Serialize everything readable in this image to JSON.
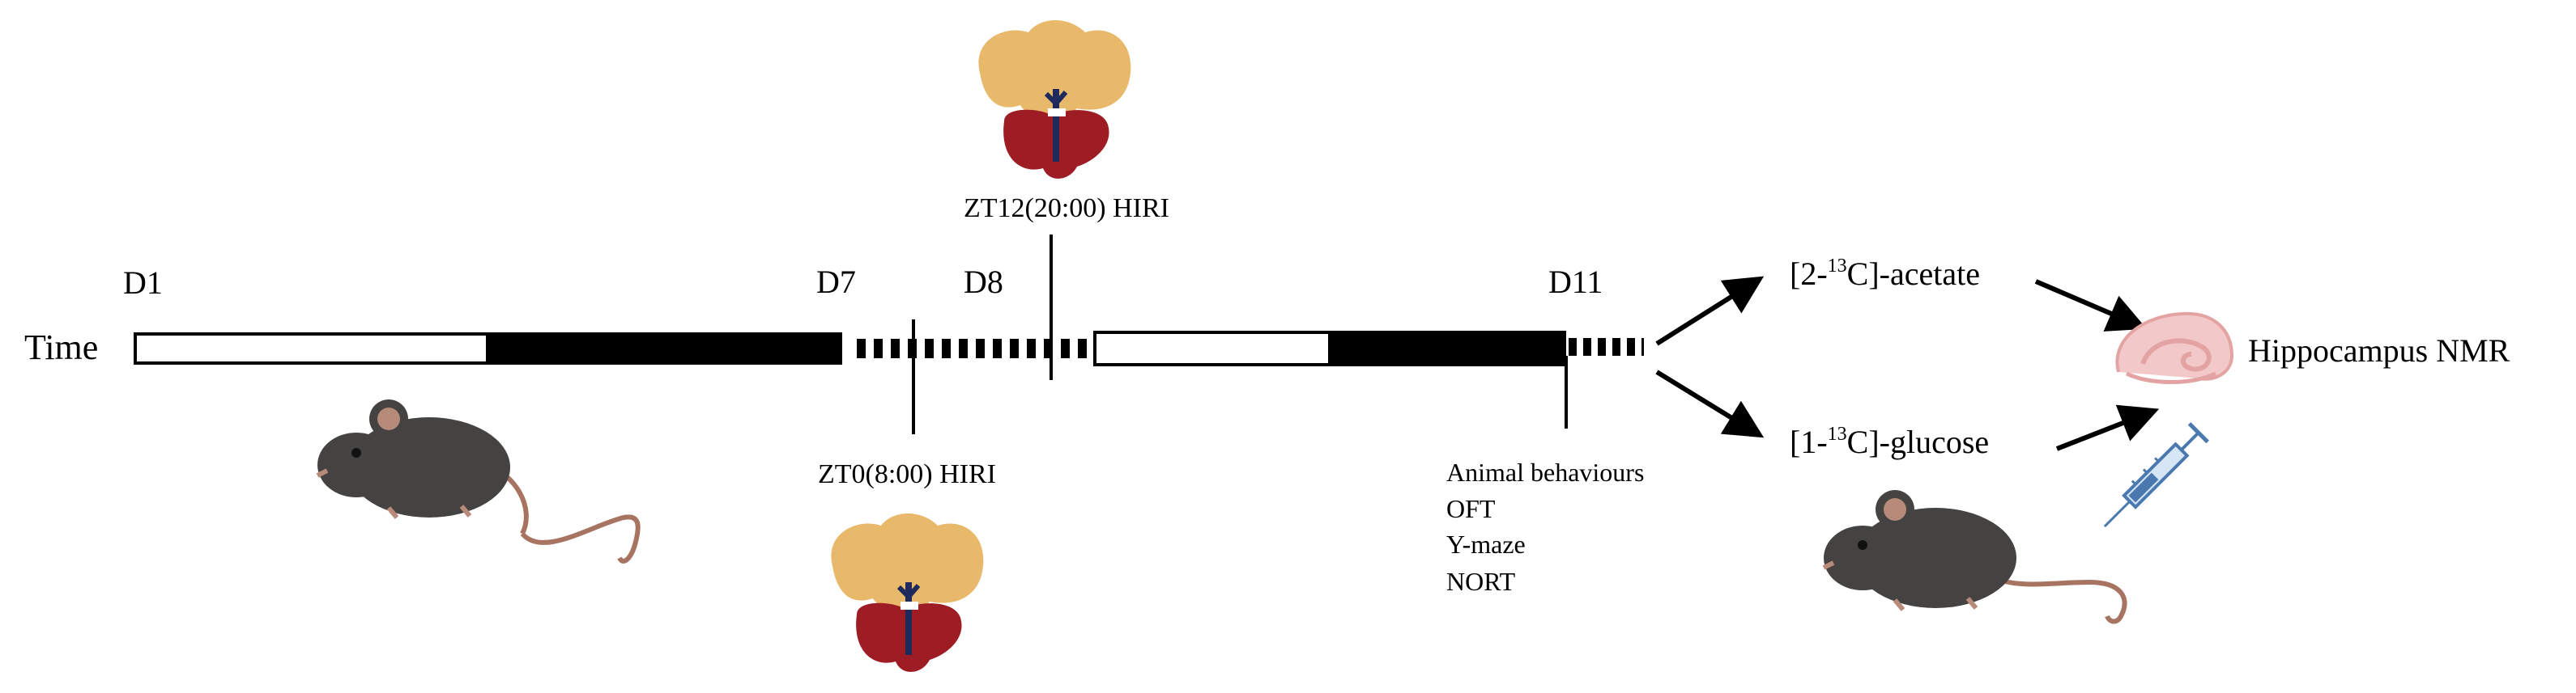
{
  "timeline": {
    "axis_label": "Time",
    "days": {
      "d1": "D1",
      "d7": "D7",
      "d8": "D8",
      "d11": "D11"
    },
    "interventions": {
      "zt0": "ZT0(8:00) HIRI",
      "zt12": "ZT12(20:00) HIRI"
    }
  },
  "behaviours": {
    "heading": "Animal behaviours",
    "tests": [
      "OFT",
      "Y-maze",
      "NORT"
    ]
  },
  "tracers": {
    "acetate": {
      "prefix": "[2-",
      "superscript": "13",
      "suffix": "C]-acetate"
    },
    "glucose": {
      "prefix": "[1-",
      "superscript": "13",
      "suffix": "C]-glucose"
    }
  },
  "outcome": "Hippocampus NMR",
  "colors": {
    "light_phase": "#ffffff",
    "dark_phase": "#000000",
    "liver_top": "#e8b96a",
    "liver_bottom": "#9e1c24",
    "vessel": "#1f2a5c",
    "mouse_body": "#454242",
    "mouse_ear": "#b88a7a",
    "mouse_tail": "#a87462",
    "brain": "#f2c8c8",
    "syringe": "#4a79b0"
  },
  "icons": [
    "mouse-icon",
    "liver-icon",
    "syringe-icon",
    "hippocampus-icon"
  ]
}
